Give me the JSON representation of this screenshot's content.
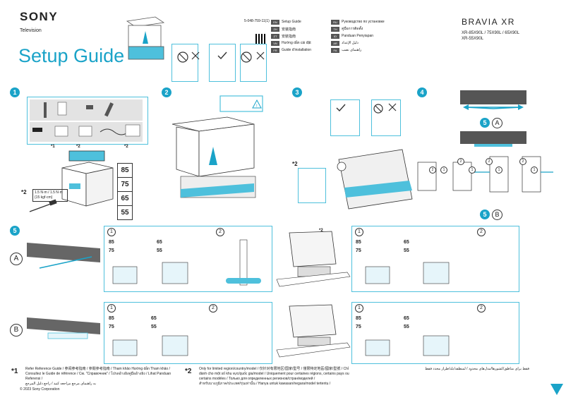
{
  "header": {
    "brand": "SONY",
    "subtitle": "Television",
    "title": "Setup Guide",
    "part_number": "5-048-759-11(1)",
    "series": "BRAVIA XR",
    "models_line1": "XR-85X90L / 75X90L / 65X90L",
    "models_line2": "XR-55X90L"
  },
  "languages": [
    {
      "code": "EN",
      "label": "Setup Guide"
    },
    {
      "code": "RU",
      "label": "Руководство по установке"
    },
    {
      "code": "ZH",
      "label": "安装指南"
    },
    {
      "code": "TH",
      "label": "คู่มือการติดตั้ง"
    },
    {
      "code": "ZT",
      "label": "安裝指南"
    },
    {
      "code": "ID",
      "label": "Panduan Penyiapan"
    },
    {
      "code": "VN",
      "label": "Hướng dẫn cài đặt"
    },
    {
      "code": "AR",
      "label": "دليل الإعداد"
    },
    {
      "code": "FR",
      "label": "Guide d'installation"
    },
    {
      "code": "FA",
      "label": "راهنمای نصب"
    }
  ],
  "steps": {
    "s1": "1",
    "s2": "2",
    "s3": "3",
    "s4": "4",
    "s5": "5"
  },
  "step1": {
    "sizes": [
      "85",
      "75",
      "65",
      "55"
    ],
    "note": "1.5 N·m / 1.5 N·m {15 kgf·cm}",
    "star1": "*1",
    "star2": "*2",
    "labels": [
      "*1",
      "*2",
      "*2"
    ]
  },
  "step3": {
    "star2": "*2"
  },
  "step4": {
    "goto_a": "5",
    "goto_a_letter": "A",
    "goto_b": "5",
    "goto_b_letter": "B",
    "sub_nums": [
      "2",
      "1",
      "2",
      "1",
      "2",
      "1",
      "2",
      "1"
    ]
  },
  "step5": {
    "row_a_label": "A",
    "row_b_label": "B",
    "sub1": "1",
    "sub2": "2",
    "sizes_left": [
      "85",
      "75"
    ],
    "sizes_right": [
      "65",
      "55"
    ],
    "star2": "*2"
  },
  "footer": {
    "star1": "*1",
    "star2": "*2",
    "note1": "Refer Reference Guide / 参阅参考指南 / 參閱參考指南 / Tham khảo Hướng dẫn Tham khảo / Consultez le Guide de référence / См. \"Справочник\" / โปรดอ้างอิงคู่มืออ้างอิง / Lihat Panduan Referensi /",
    "note1b": "به راهنمای مرجع مراجعه کنید / راجع دليل المرجع",
    "note2": "Only for limited region/country/model / 仅针对有限地区/国家/型号 / 僅限特定地區/國家/型號 / Chỉ dành cho một số khu vực/quốc gia/model / Uniquement pour certaines régions, certains pays ou certains modèles / Только для определенных регионов/стран/моделей /",
    "note2b": "สำหรับบางภูมิภาค/ประเทศ/รุ่นเท่านั้น / Hanya untuk kawasan/negara/model tertentu /",
    "note2c": "فقط برای مناطق/کشورها/مدل‌های محدود / لمنطقة/بلد/طراز محدد فقط",
    "copyright": "© 2023 Sony Corporation"
  },
  "colors": {
    "accent": "#1aa3c8",
    "border": "#4ec0dc",
    "light": "#d8f0f7"
  }
}
